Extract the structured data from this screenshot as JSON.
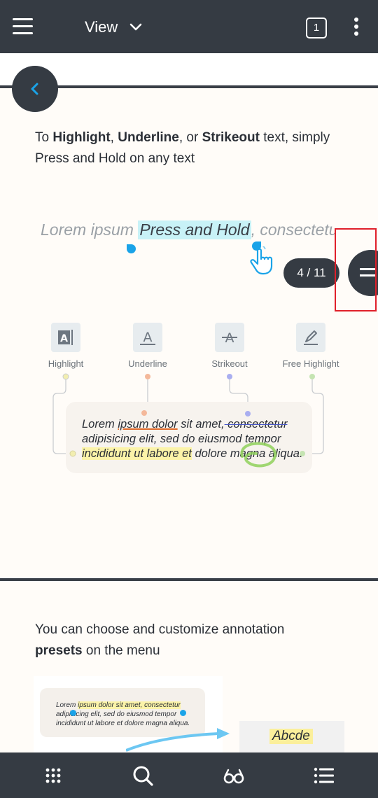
{
  "topbar": {
    "view_label": "View",
    "page_count": "1"
  },
  "page1": {
    "intro_prefix": "To ",
    "intro_highlight": "Highlight",
    "intro_sep1": ", ",
    "intro_underline": "Underline",
    "intro_sep2": ", or ",
    "intro_strikeout": "Strikeout",
    "intro_suffix": " text, simply Press and Hold on any text",
    "demo_before": "Lorem ipsum ",
    "demo_highlight": "Press and Hold",
    "demo_after": ", consectetur",
    "tools": [
      {
        "label": "Highlight"
      },
      {
        "label": "Underline"
      },
      {
        "label": "Strikeout"
      },
      {
        "label": "Free Highlight"
      }
    ],
    "sample": {
      "t1": "Lorem ",
      "underlined": "ipsum dolor",
      "t2": " sit amet,",
      "struck": " consectetur",
      "t3": " adipisicing elit, sed do eiusmod tempor ",
      "highlighted": "incididunt ut labore et",
      "t4": " dolore magna aliqua."
    }
  },
  "page_indicator": "4 / 11",
  "page2": {
    "line1": "You can choose and customize annotation",
    "bold": "presets",
    "line2_rest": " on the menu",
    "thumb_t1": "Lorem ",
    "thumb_hl": "ipsum dolor sit amet, consectetur",
    "thumb_t2": " adipisicing elit, sed do eiusmod tempor incididunt ut labore et dolore magna aliqua.",
    "abcde": "Abcde"
  },
  "colors": {
    "bar": "#353b43",
    "accent_blue": "#1aa3e8",
    "highlight_cyan": "#c8f2f7",
    "highlight_yellow": "#fbf3a8",
    "underline_orange": "#e06a2b",
    "strike_blue": "#4b59c9",
    "free_green": "#8fd05a"
  },
  "icons": {
    "topbar": [
      "hamburger-menu-icon",
      "chevron-down-icon",
      "page-count-icon",
      "more-vertical-icon"
    ],
    "bottombar": [
      "grid-icon",
      "search-icon",
      "reading-glasses-icon",
      "list-icon"
    ]
  }
}
